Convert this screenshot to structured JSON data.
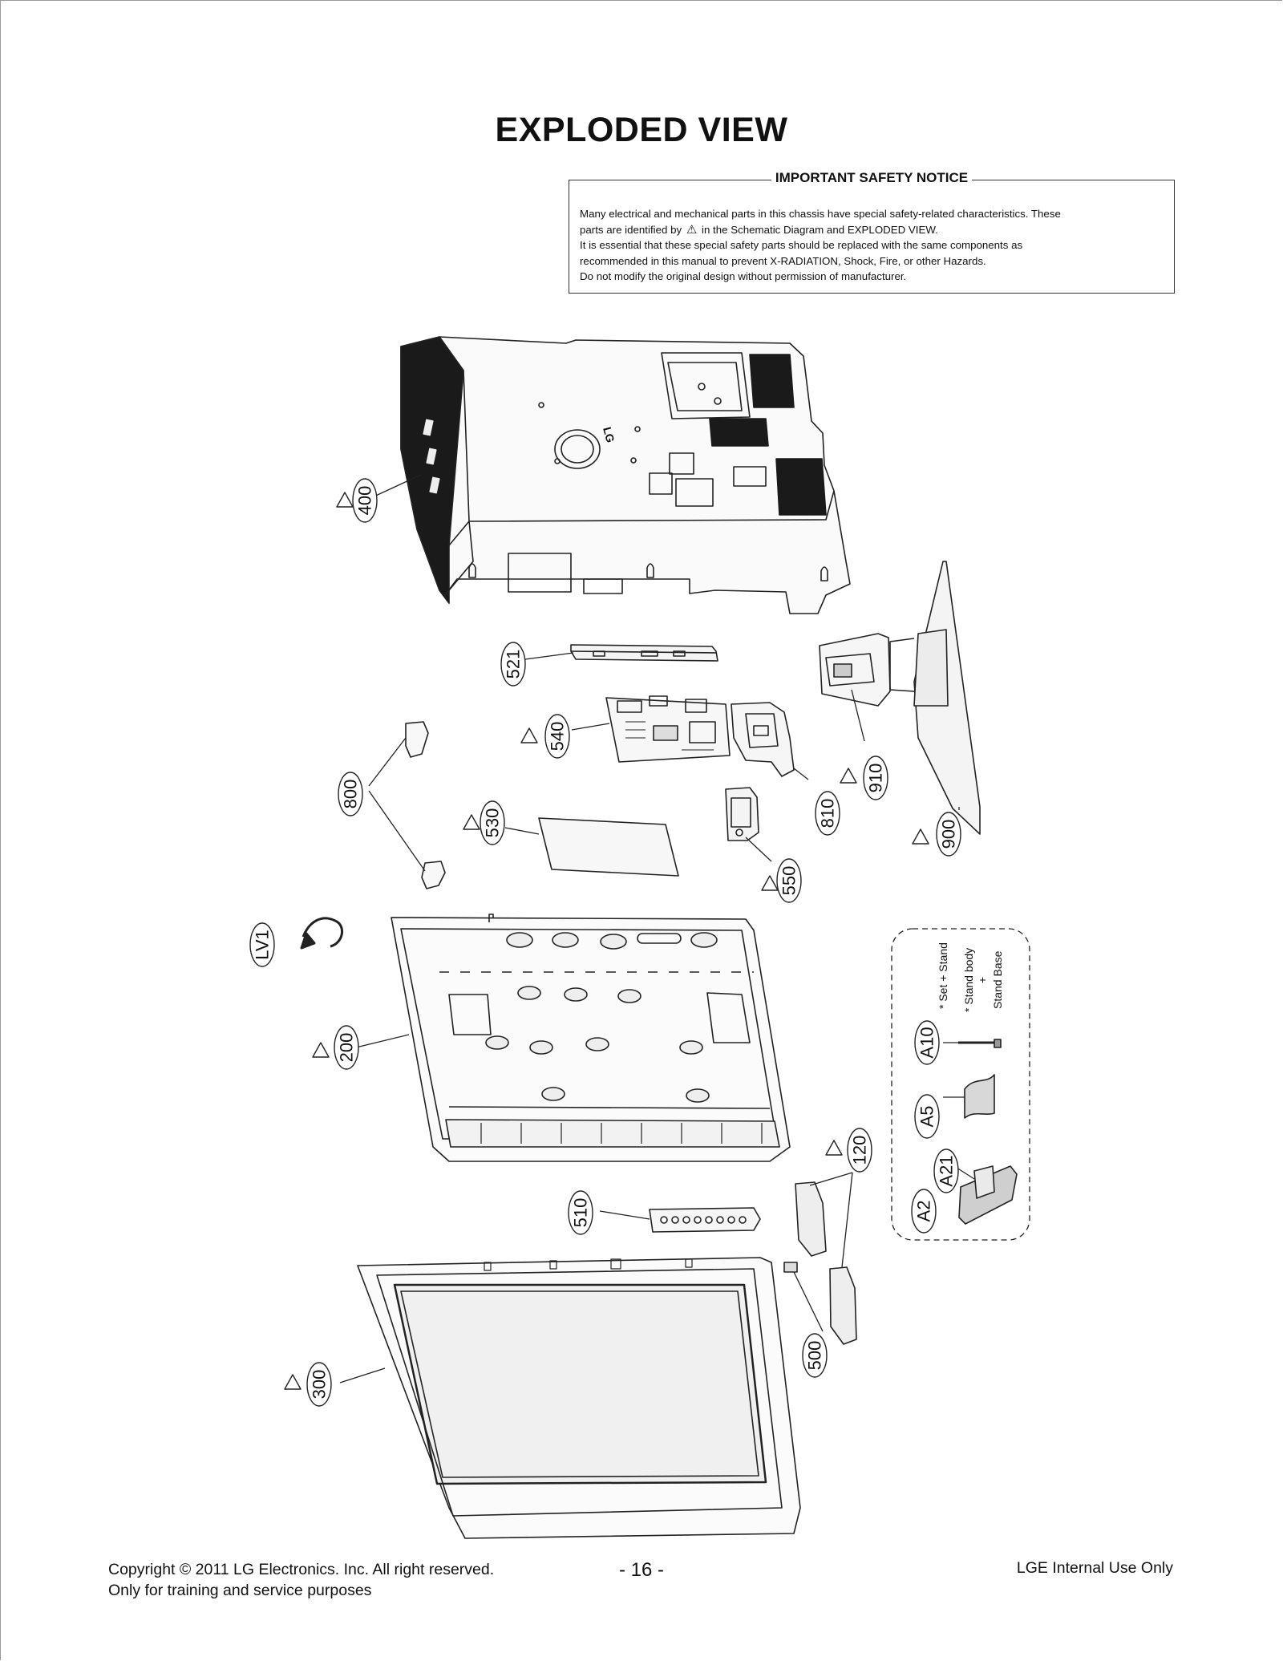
{
  "title": "EXPLODED VIEW",
  "notice": {
    "heading": "IMPORTANT SAFETY NOTICE",
    "line1": "Many electrical and mechanical parts in this chassis have special safety-related characteristics. These",
    "line2_before": "parts are identified by",
    "line2_after": "in the Schematic Diagram and EXPLODED VIEW.",
    "line3": "It is essential that these special safety parts should be replaced with the same components as",
    "line4": "recommended in this manual to prevent X-RADIATION, Shock, Fire, or other Hazards.",
    "line5": "Do not modify the original design without permission of manufacturer."
  },
  "callouts": {
    "c400": "400",
    "c521": "521",
    "c540": "540",
    "c800": "800",
    "c530": "530",
    "c550": "550",
    "c810": "810",
    "c910": "910",
    "c900": "900",
    "cLV1": "LV1",
    "c200": "200",
    "c120": "120",
    "c510": "510",
    "c500": "500",
    "c300": "300",
    "cA10": "A10",
    "cA5": "A5",
    "cA21": "A21",
    "cA2": "A2"
  },
  "legend": {
    "set_stand": "* Set + Stand",
    "stand_body": "* Stand body",
    "plus": "+",
    "stand_base": "Stand Base"
  },
  "footer": {
    "copyright": "Copyright  © 2011  LG Electronics. Inc. All right reserved.",
    "training": "Only for training and service purposes",
    "page": "- 16 -",
    "internal": "LGE Internal Use Only"
  },
  "colors": {
    "ink": "#111111",
    "vent": "#1a1a1a",
    "panel": "#f4f4f4"
  },
  "icons": {
    "safety_mark": "warning-triangle-icon"
  }
}
